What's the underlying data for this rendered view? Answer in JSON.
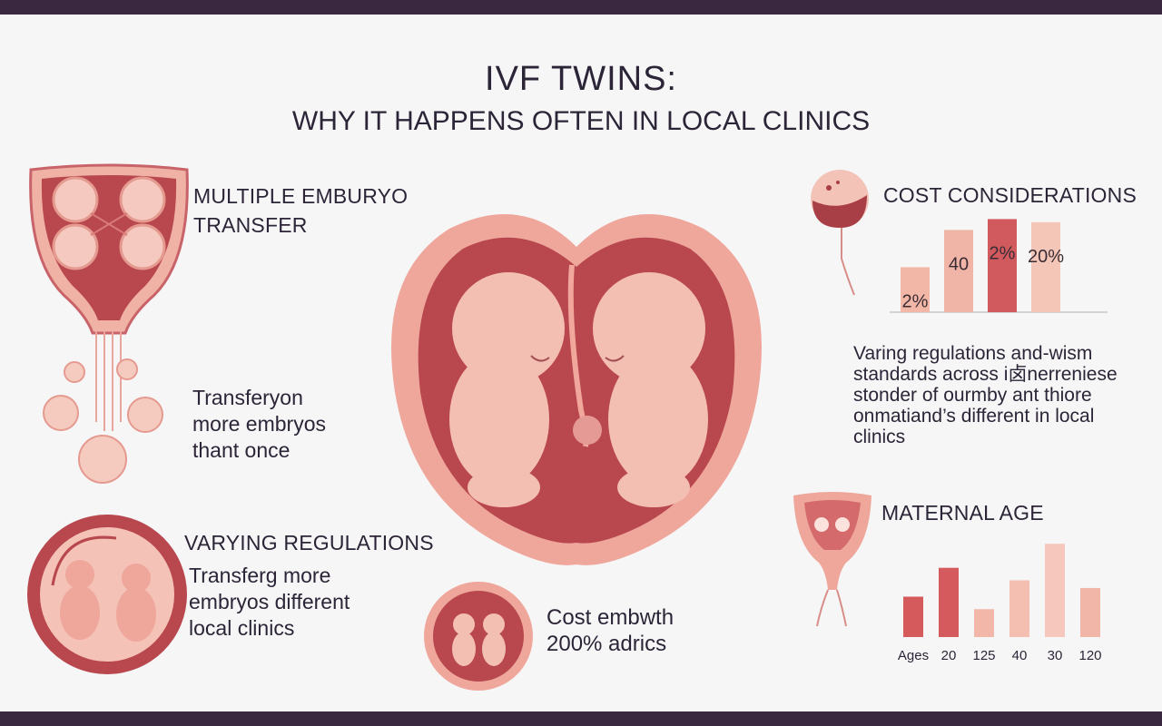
{
  "title": {
    "line1": "IVF TWINS:",
    "line2": "WHY IT HAPPENS OFTEN IN LOCAL CLINICS"
  },
  "sections": {
    "multiple_transfer": {
      "heading": "MULTIPLE EMBURYO\nTRANSFER",
      "body": "Transferyon\nmore embryos\nthant once"
    },
    "varying_regulations": {
      "heading": "VARYING REGULATIONS",
      "body": "Transferg more\nembryos different\nlocal clinics"
    },
    "cost_center": {
      "body": "Cost embwth\n200% adrics"
    },
    "cost_considerations": {
      "heading": "COST CONSIDERATIONS",
      "body": "Varing regulations and-wism\nstandards across i⻧nerreniese\nstonder of ourmby ant thiore\nonmatiand’s different in local\nclinics"
    },
    "maternal_age": {
      "heading": "MATERNAL AGE"
    }
  },
  "cost_chart": {
    "labels": [
      "2%",
      "40",
      "2%",
      "20%"
    ],
    "values": [
      0.29,
      0.53,
      0.6,
      0.58
    ],
    "colors": [
      "#f3b7a7",
      "#f0b5a6",
      "#d15a5f",
      "#f4c6b8"
    ]
  },
  "age_chart": {
    "x_labels": [
      "Ages",
      "20",
      "125",
      "40",
      "30",
      "120"
    ],
    "values": [
      0.42,
      0.72,
      0.29,
      0.59,
      0.97,
      0.51
    ],
    "colors": [
      "#d55a5c",
      "#d45a5d",
      "#f3b7aa",
      "#f4bfb1",
      "#f6c8bd",
      "#f2b6a9"
    ]
  },
  "colors": {
    "deep_red": "#b8474e",
    "rose": "#efa79c",
    "pale_pink": "#f6cbbf",
    "dark_purple": "#3a2840"
  }
}
